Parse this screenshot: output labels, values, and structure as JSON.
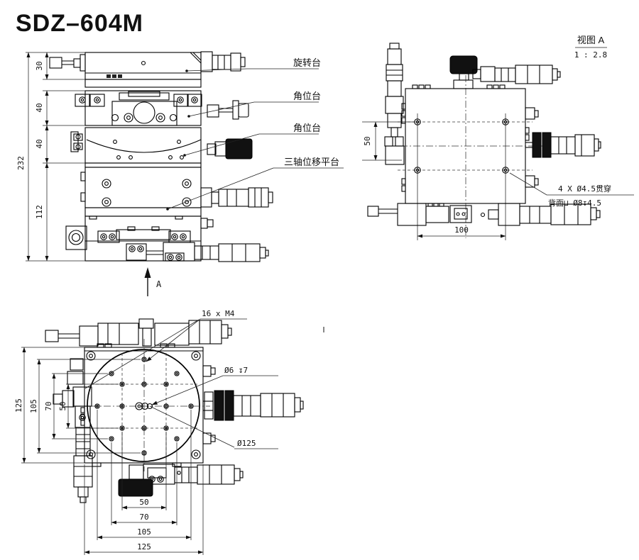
{
  "title": "SDZ–604M",
  "front_view": {
    "dim_total": "232",
    "dim_s1": "30",
    "dim_s2": "40",
    "dim_s3": "40",
    "dim_s4": "112",
    "label_rotation": "旋转台",
    "label_angle1": "角位台",
    "label_angle2": "角位台",
    "label_triaxis": "三轴位移平台",
    "section_label": "A"
  },
  "view_a": {
    "title": "视图 A",
    "scale": "1 : 2.8",
    "dim_v": "50",
    "dim_h": "100",
    "note_line1": "4 X Ø4.5贯穿",
    "note_line2": "背面⊔ Ø8↧4.5"
  },
  "bottom_view": {
    "label_holes": "16 x M4",
    "label_center_hole": "Ø6 ↧7",
    "label_circle": "Ø125",
    "dims_left": [
      "125",
      "105",
      "70",
      "50"
    ],
    "dims_bottom": [
      "50",
      "70",
      "105",
      "125"
    ]
  }
}
